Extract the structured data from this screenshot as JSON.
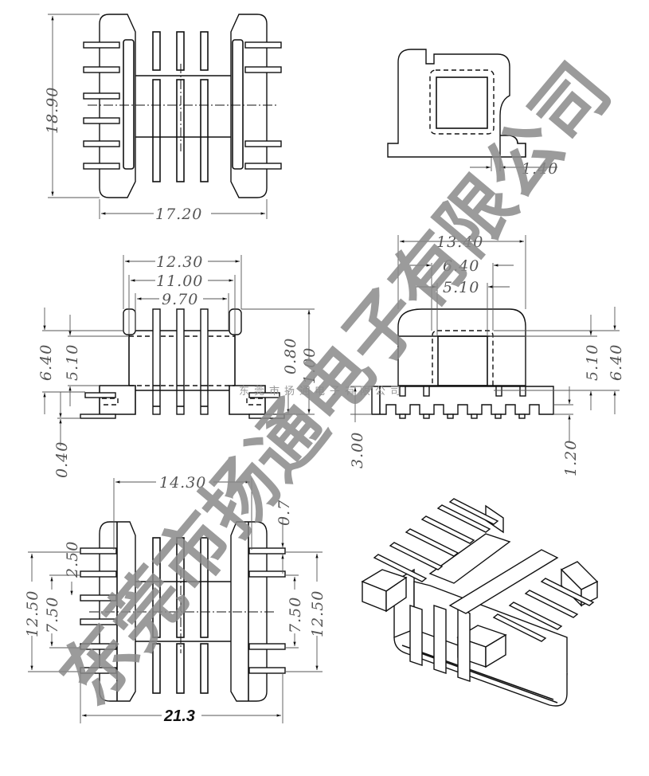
{
  "watermark": {
    "large": "东莞市扬通电子有限公司",
    "small": "东莞市扬通电子有限公司",
    "color": "#8a8a8a"
  },
  "views": {
    "top_view": {
      "height": "18.90",
      "width": "17.20"
    },
    "side_view_right": {
      "gap": "1.40"
    },
    "front_view_left": {
      "overall_width": "12.30",
      "mid_width": "11.00",
      "inner_width": "9.70",
      "height_outer": "6.40",
      "height_inner": "5.10",
      "pin_offset": "0.40",
      "flange_top": "0.80",
      "flange_base": "1.00"
    },
    "front_view_right": {
      "overall_width": "13.40",
      "core_outer": "6.40",
      "core_inner": "5.10",
      "height_inner": "5.10",
      "height_outer": "6.40",
      "base_height": "3.00",
      "pin_length": "1.20"
    },
    "bottom_view": {
      "width_top": "14.30",
      "pin_width": "0.7",
      "pin_pitch": "2.50",
      "left_span_outer": "12.50",
      "left_span_inner": "7.50",
      "right_span_inner": "7.50",
      "right_span_outer": "12.50",
      "overall_width": "21.3"
    }
  }
}
